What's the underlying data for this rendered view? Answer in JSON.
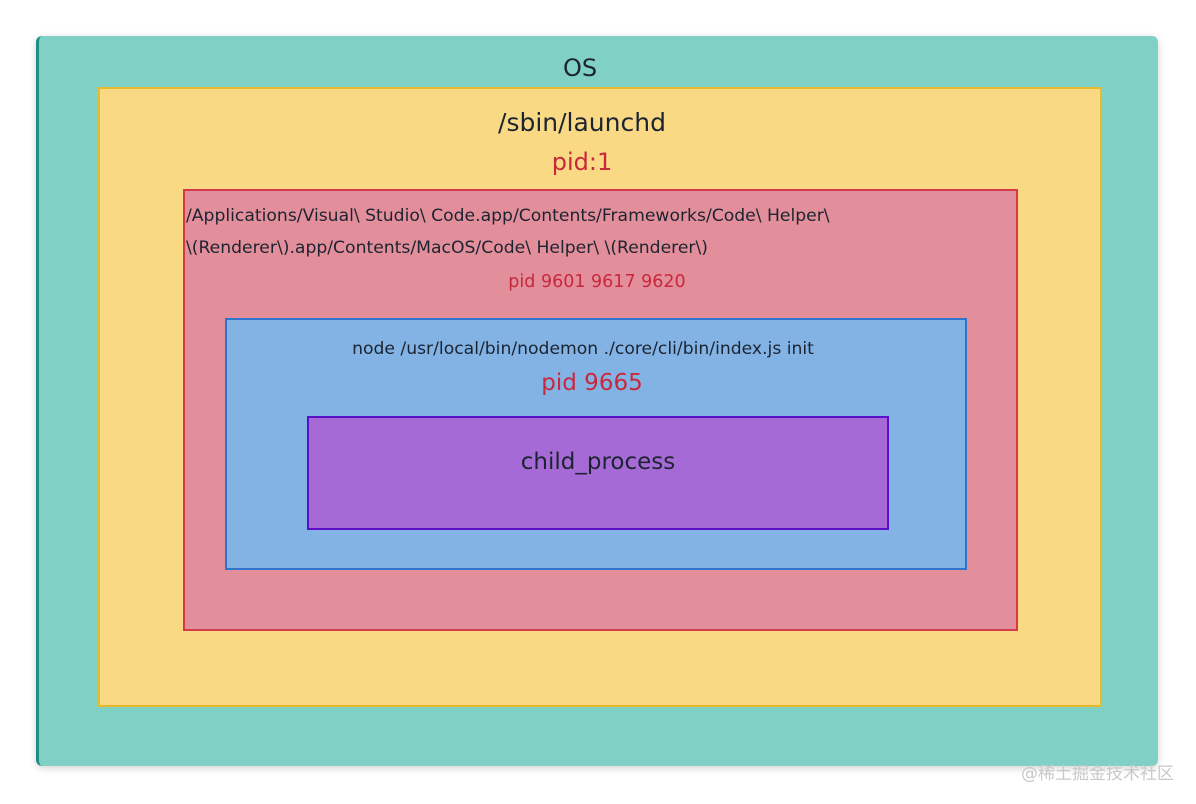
{
  "os": {
    "label": "OS"
  },
  "launchd": {
    "path": "/sbin/launchd",
    "pid": "pid:1"
  },
  "renderer": {
    "path_line1": "/Applications/Visual\\ Studio\\ Code.app/Contents/Frameworks/Code\\ Helper\\",
    "path_line2": "\\(Renderer\\).app/Contents/MacOS/Code\\ Helper\\ \\(Renderer\\)",
    "pid": "pid 9601 9617 9620"
  },
  "node": {
    "command": "node /usr/local/bin/nodemon ./core/cli/bin/index.js init",
    "pid": "pid 9665"
  },
  "child": {
    "label": "child_process"
  },
  "watermark": "@稀土掘金技术社区",
  "colors": {
    "os_fill": "#80d0c6",
    "launchd_fill": "#f9d984",
    "launchd_border": "#e8b92c",
    "renderer_fill": "#e38e9b",
    "renderer_border": "#d33a4c",
    "node_fill": "#82b3e4",
    "node_border": "#2f73cc",
    "child_fill": "#a66ad6",
    "child_border": "#5c0fc8",
    "pid_text": "#c8283c"
  }
}
